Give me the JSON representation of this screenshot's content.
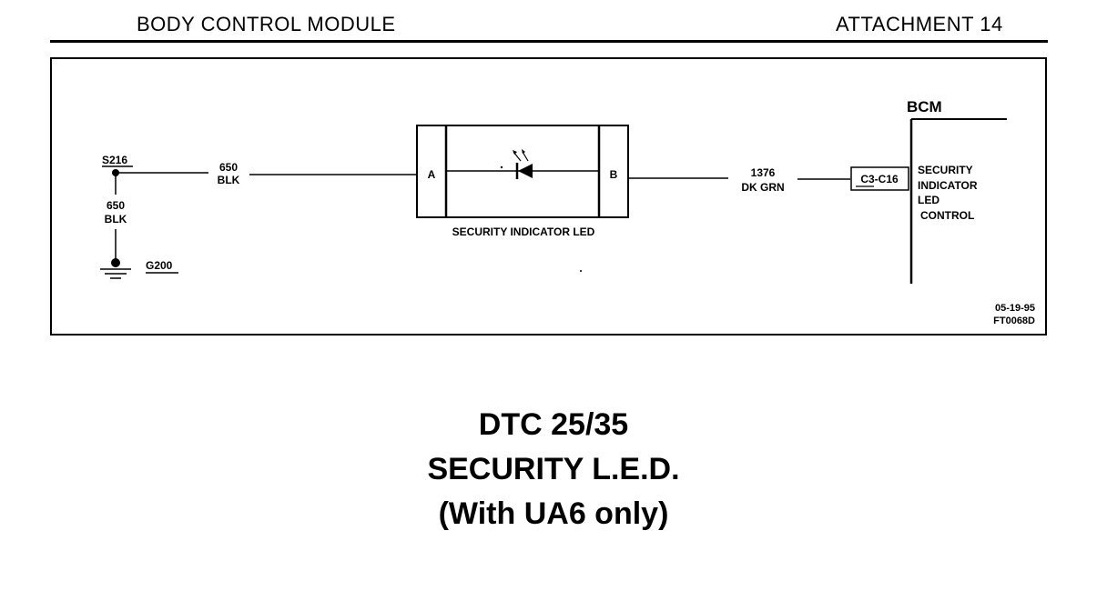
{
  "header": {
    "left": "BODY CONTROL MODULE",
    "right": "ATTACHMENT 14"
  },
  "diagram": {
    "splice": "S216",
    "wire_left_top": [
      "650",
      "BLK"
    ],
    "wire_left_vertical": [
      "650",
      "BLK"
    ],
    "ground": "G200",
    "led_terminal_a": "A",
    "led_terminal_b": "B",
    "led_label": "SECURITY INDICATOR LED",
    "wire_right": [
      "1376",
      "DK GRN"
    ],
    "connector": "C3-C16",
    "bcm_title": "BCM",
    "bcm_function": [
      "SECURITY",
      "INDICATOR",
      "LED",
      "CONTROL"
    ],
    "date_code": "05-19-95",
    "figure_code": "FT0068D"
  },
  "titles": {
    "line1": "DTC 25/35",
    "line2": "SECURITY L.E.D.",
    "line3": "(With UA6 only)"
  }
}
